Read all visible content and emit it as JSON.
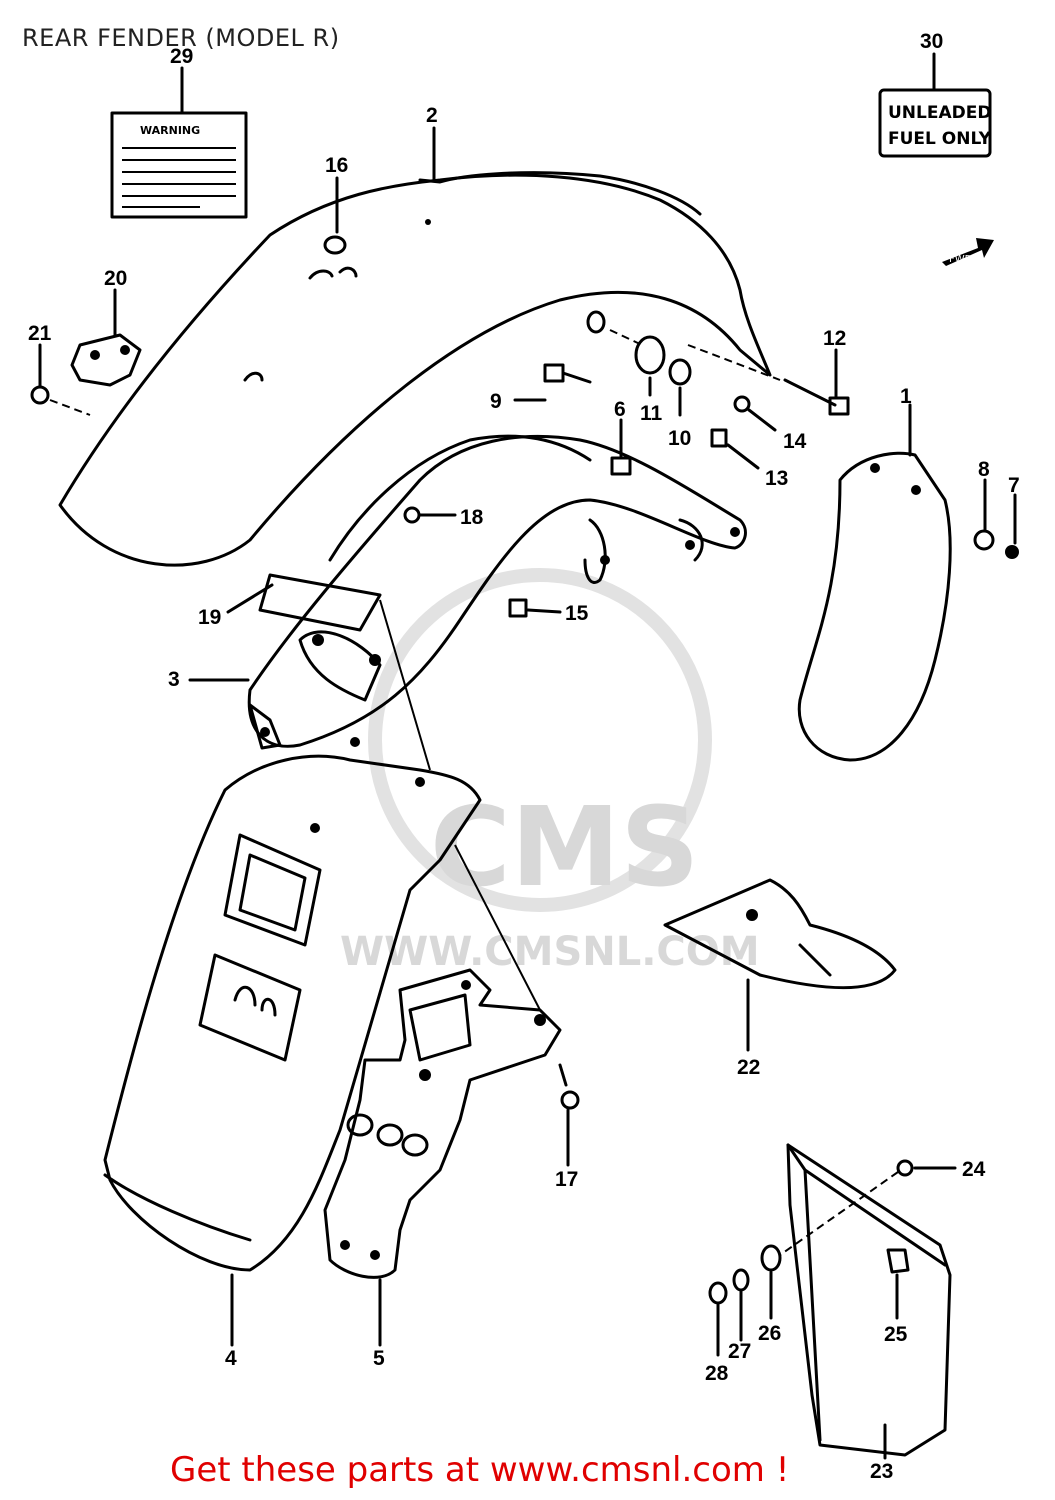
{
  "title": "REAR FENDER (MODEL R)",
  "footer": "Get these parts at www.cmsnl.com !",
  "watermark": {
    "brand": "CMS",
    "url": "WWW.CMSNL.COM"
  },
  "decals": {
    "warning": "WARNING",
    "fuel_line1": "UNLEADED",
    "fuel_line2": "FUEL ONLY",
    "fwd": "FWD"
  },
  "callouts": [
    "1",
    "2",
    "3",
    "4",
    "5",
    "6",
    "7",
    "8",
    "9",
    "10",
    "11",
    "12",
    "13",
    "14",
    "15",
    "16",
    "17",
    "18",
    "19",
    "20",
    "21",
    "22",
    "24",
    "25",
    "26",
    "27",
    "28",
    "29",
    "30",
    "23"
  ]
}
